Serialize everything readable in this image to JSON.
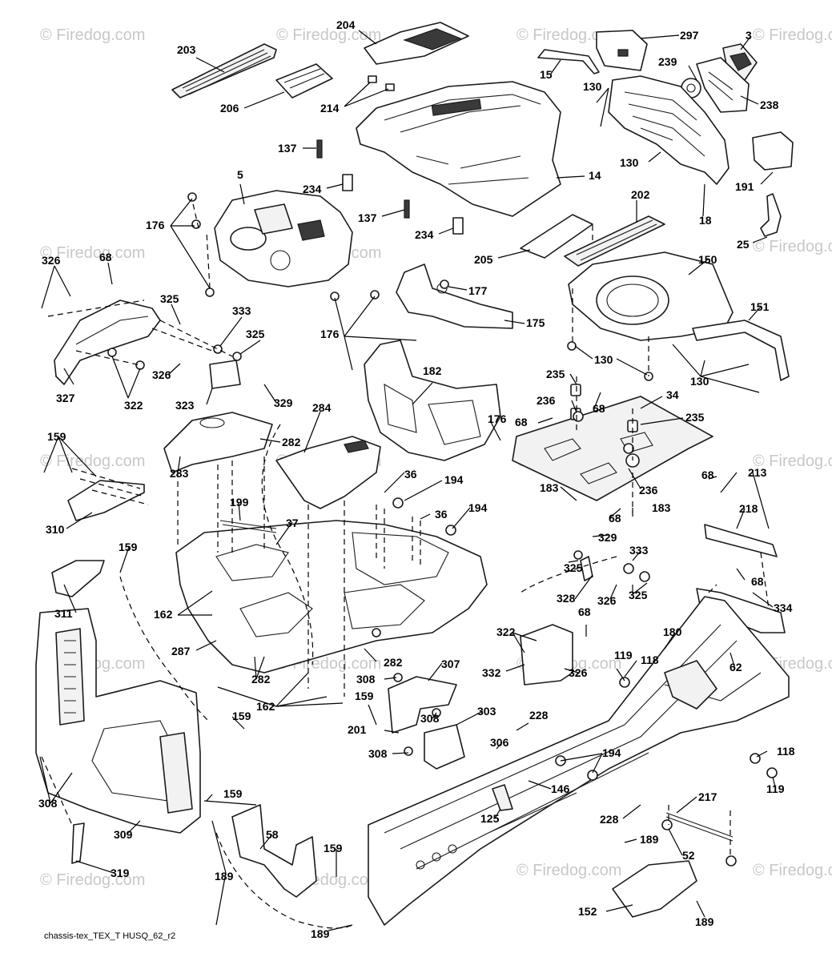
{
  "diagram": {
    "caption": "chassis-tex_TEX_T HUSQ_62_r2",
    "watermark": "© Firedog.com",
    "labels": [
      {
        "id": "203",
        "text": "203"
      },
      {
        "id": "204",
        "text": "204"
      },
      {
        "id": "297",
        "text": "297"
      },
      {
        "id": "3",
        "text": "3"
      },
      {
        "id": "15",
        "text": "15"
      },
      {
        "id": "239",
        "text": "239"
      },
      {
        "id": "206",
        "text": "206"
      },
      {
        "id": "214",
        "text": "214"
      },
      {
        "id": "130a",
        "text": "130"
      },
      {
        "id": "238",
        "text": "238"
      },
      {
        "id": "137a",
        "text": "137"
      },
      {
        "id": "130b",
        "text": "130"
      },
      {
        "id": "191",
        "text": "191"
      },
      {
        "id": "5",
        "text": "5"
      },
      {
        "id": "234a",
        "text": "234"
      },
      {
        "id": "14",
        "text": "14"
      },
      {
        "id": "176a",
        "text": "176"
      },
      {
        "id": "137b",
        "text": "137"
      },
      {
        "id": "202",
        "text": "202"
      },
      {
        "id": "18",
        "text": "18"
      },
      {
        "id": "234b",
        "text": "234"
      },
      {
        "id": "25",
        "text": "25"
      },
      {
        "id": "205",
        "text": "205"
      },
      {
        "id": "326a",
        "text": "326"
      },
      {
        "id": "68a",
        "text": "68"
      },
      {
        "id": "150",
        "text": "150"
      },
      {
        "id": "177",
        "text": "177"
      },
      {
        "id": "175",
        "text": "175"
      },
      {
        "id": "325a",
        "text": "325"
      },
      {
        "id": "333a",
        "text": "333"
      },
      {
        "id": "325b",
        "text": "325"
      },
      {
        "id": "151",
        "text": "151"
      },
      {
        "id": "176b",
        "text": "176"
      },
      {
        "id": "130c",
        "text": "130"
      },
      {
        "id": "326b",
        "text": "326"
      },
      {
        "id": "130d",
        "text": "130"
      },
      {
        "id": "327",
        "text": "327"
      },
      {
        "id": "322a",
        "text": "322"
      },
      {
        "id": "323",
        "text": "323"
      },
      {
        "id": "329a",
        "text": "329"
      },
      {
        "id": "182",
        "text": "182"
      },
      {
        "id": "235a",
        "text": "235"
      },
      {
        "id": "236a",
        "text": "236"
      },
      {
        "id": "68b",
        "text": "68"
      },
      {
        "id": "34",
        "text": "34"
      },
      {
        "id": "68c",
        "text": "68"
      },
      {
        "id": "176c",
        "text": "176"
      },
      {
        "id": "235b",
        "text": "235"
      },
      {
        "id": "284",
        "text": "284"
      },
      {
        "id": "159a",
        "text": "159"
      },
      {
        "id": "282a",
        "text": "282"
      },
      {
        "id": "283",
        "text": "283"
      },
      {
        "id": "36a",
        "text": "36"
      },
      {
        "id": "194a",
        "text": "194"
      },
      {
        "id": "68d",
        "text": "68"
      },
      {
        "id": "213",
        "text": "213"
      },
      {
        "id": "183a",
        "text": "183"
      },
      {
        "id": "236b",
        "text": "236"
      },
      {
        "id": "36b",
        "text": "36"
      },
      {
        "id": "194b",
        "text": "194"
      },
      {
        "id": "218",
        "text": "218"
      },
      {
        "id": "199",
        "text": "199"
      },
      {
        "id": "68e",
        "text": "68"
      },
      {
        "id": "183b",
        "text": "183"
      },
      {
        "id": "310",
        "text": "310"
      },
      {
        "id": "37",
        "text": "37"
      },
      {
        "id": "329b",
        "text": "329"
      },
      {
        "id": "159b",
        "text": "159"
      },
      {
        "id": "333b",
        "text": "333"
      },
      {
        "id": "325c",
        "text": "325"
      },
      {
        "id": "68f",
        "text": "68"
      },
      {
        "id": "328",
        "text": "328"
      },
      {
        "id": "326c",
        "text": "326"
      },
      {
        "id": "325d",
        "text": "325"
      },
      {
        "id": "311",
        "text": "311"
      },
      {
        "id": "334",
        "text": "334"
      },
      {
        "id": "162a",
        "text": "162"
      },
      {
        "id": "322b",
        "text": "322"
      },
      {
        "id": "68g",
        "text": "68"
      },
      {
        "id": "180",
        "text": "180"
      },
      {
        "id": "287",
        "text": "287"
      },
      {
        "id": "282b",
        "text": "282"
      },
      {
        "id": "307",
        "text": "307"
      },
      {
        "id": "119a",
        "text": "119"
      },
      {
        "id": "118a",
        "text": "118"
      },
      {
        "id": "62",
        "text": "62"
      },
      {
        "id": "332",
        "text": "332"
      },
      {
        "id": "326d",
        "text": "326"
      },
      {
        "id": "308a",
        "text": "308"
      },
      {
        "id": "282c",
        "text": "282"
      },
      {
        "id": "162b",
        "text": "162"
      },
      {
        "id": "159c",
        "text": "159"
      },
      {
        "id": "159d",
        "text": "159"
      },
      {
        "id": "303",
        "text": "303"
      },
      {
        "id": "308b",
        "text": "308"
      },
      {
        "id": "201",
        "text": "201"
      },
      {
        "id": "228a",
        "text": "228"
      },
      {
        "id": "306",
        "text": "306"
      },
      {
        "id": "308c",
        "text": "308"
      },
      {
        "id": "194c",
        "text": "194"
      },
      {
        "id": "118b",
        "text": "118"
      },
      {
        "id": "308d",
        "text": "308"
      },
      {
        "id": "146",
        "text": "146"
      },
      {
        "id": "119b",
        "text": "119"
      },
      {
        "id": "159e",
        "text": "159"
      },
      {
        "id": "309",
        "text": "309"
      },
      {
        "id": "58",
        "text": "58"
      },
      {
        "id": "125",
        "text": "125"
      },
      {
        "id": "228b",
        "text": "228"
      },
      {
        "id": "217",
        "text": "217"
      },
      {
        "id": "159f",
        "text": "159"
      },
      {
        "id": "189a",
        "text": "189"
      },
      {
        "id": "52",
        "text": "52"
      },
      {
        "id": "319",
        "text": "319"
      },
      {
        "id": "189b",
        "text": "189"
      },
      {
        "id": "189c",
        "text": "189"
      },
      {
        "id": "152",
        "text": "152"
      },
      {
        "id": "189d",
        "text": "189"
      }
    ]
  }
}
